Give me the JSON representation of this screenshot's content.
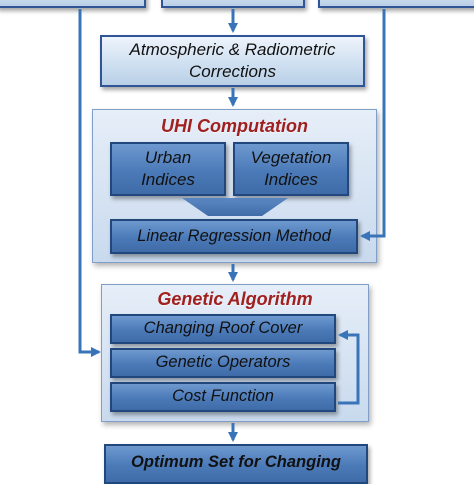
{
  "steps": {
    "corrections": "Atmospheric & Radiometric Corrections",
    "uhi_title": "UHI Computation",
    "urban_indices": "Urban Indices",
    "vegetation_indices": "Vegetation Indices",
    "linear_regression": "Linear Regression Method",
    "ga_title": "Genetic Algorithm",
    "changing_roof": "Changing Roof Cover",
    "genetic_operators": "Genetic Operators",
    "cost_function": "Cost Function",
    "optimum": "Optimum Set for Changing"
  },
  "colors": {
    "arrow": "#3a74b8",
    "section_title": "#a01f1f",
    "box_border": "#2f5597"
  }
}
